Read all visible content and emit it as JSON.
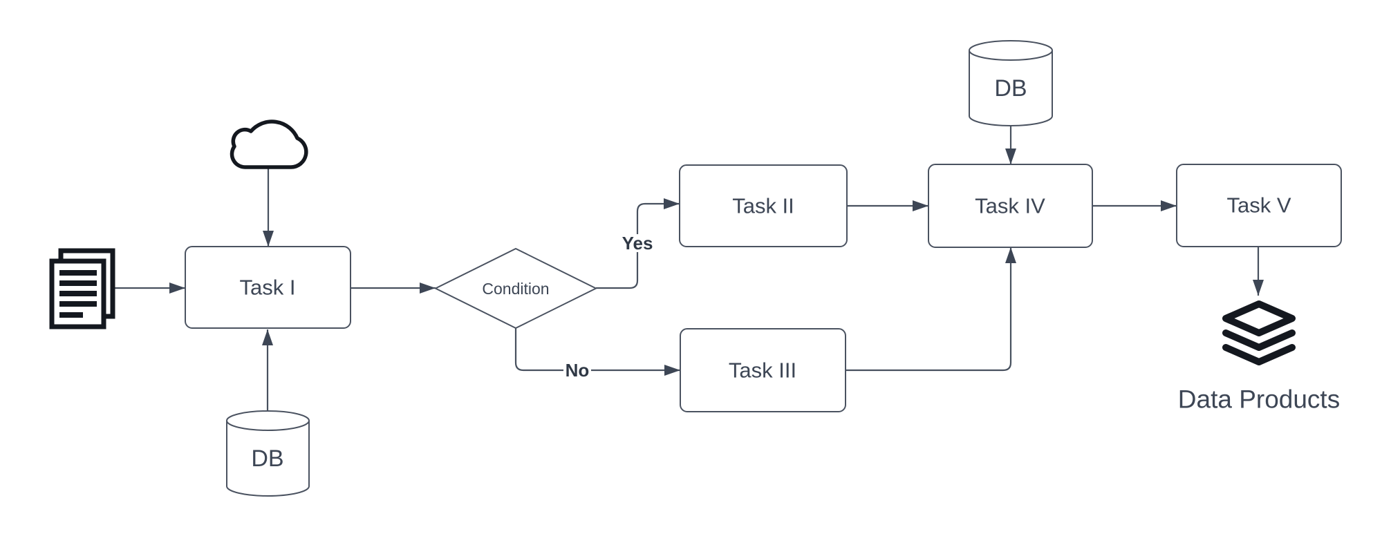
{
  "diagram": {
    "background_color": "#ffffff",
    "connector_color": "#47505e",
    "text_color": "#3d4655",
    "icon_color": "#14181f",
    "nodes": {
      "task1": {
        "label": "Task I",
        "type": "process"
      },
      "task2": {
        "label": "Task II",
        "type": "process"
      },
      "task3": {
        "label": "Task III",
        "type": "process"
      },
      "task4": {
        "label": "Task IV",
        "type": "process"
      },
      "task5": {
        "label": "Task V",
        "type": "process"
      },
      "condition": {
        "label": "Condition",
        "type": "decision"
      },
      "db_input": {
        "label": "DB",
        "type": "database"
      },
      "db_top": {
        "label": "DB",
        "type": "database"
      },
      "data_products": {
        "label": "Data Products",
        "icon": "layers-icon"
      }
    },
    "icons": [
      "documents-icon",
      "cloud-icon",
      "database-cylinder-icon",
      "layers-icon"
    ],
    "edge_labels": {
      "yes": "Yes",
      "no": "No"
    }
  }
}
